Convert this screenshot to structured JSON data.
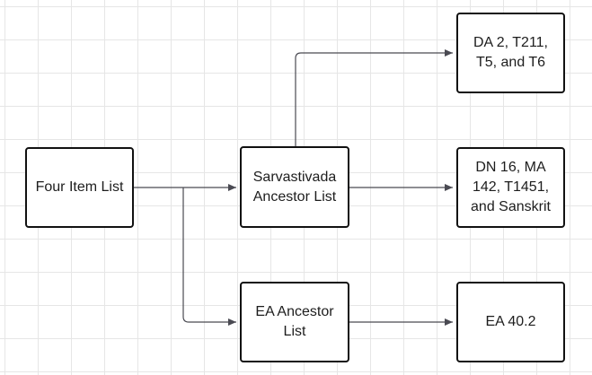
{
  "nodes": {
    "four_item_list": "Four Item List",
    "sarvastivada_ancestor_list": "Sarvastivada Ancestor List",
    "ea_ancestor_list": "EA Ancestor List",
    "da2_group": "DA 2, T211, T5, and T6",
    "dn16_group": "DN 16, MA 142, T1451, and Sanskrit",
    "ea_40_2": "EA 40.2"
  },
  "edges": [
    {
      "from": "four_item_list",
      "to": "sarvastivada_ancestor_list"
    },
    {
      "from": "four_item_list",
      "to": "ea_ancestor_list"
    },
    {
      "from": "sarvastivada_ancestor_list",
      "to": "da2_group"
    },
    {
      "from": "sarvastivada_ancestor_list",
      "to": "dn16_group"
    },
    {
      "from": "ea_ancestor_list",
      "to": "ea_40_2"
    }
  ],
  "colors": {
    "node_border": "#111111",
    "edge": "#4a4a52",
    "grid": "#e6e6e6",
    "background": "#ffffff"
  }
}
